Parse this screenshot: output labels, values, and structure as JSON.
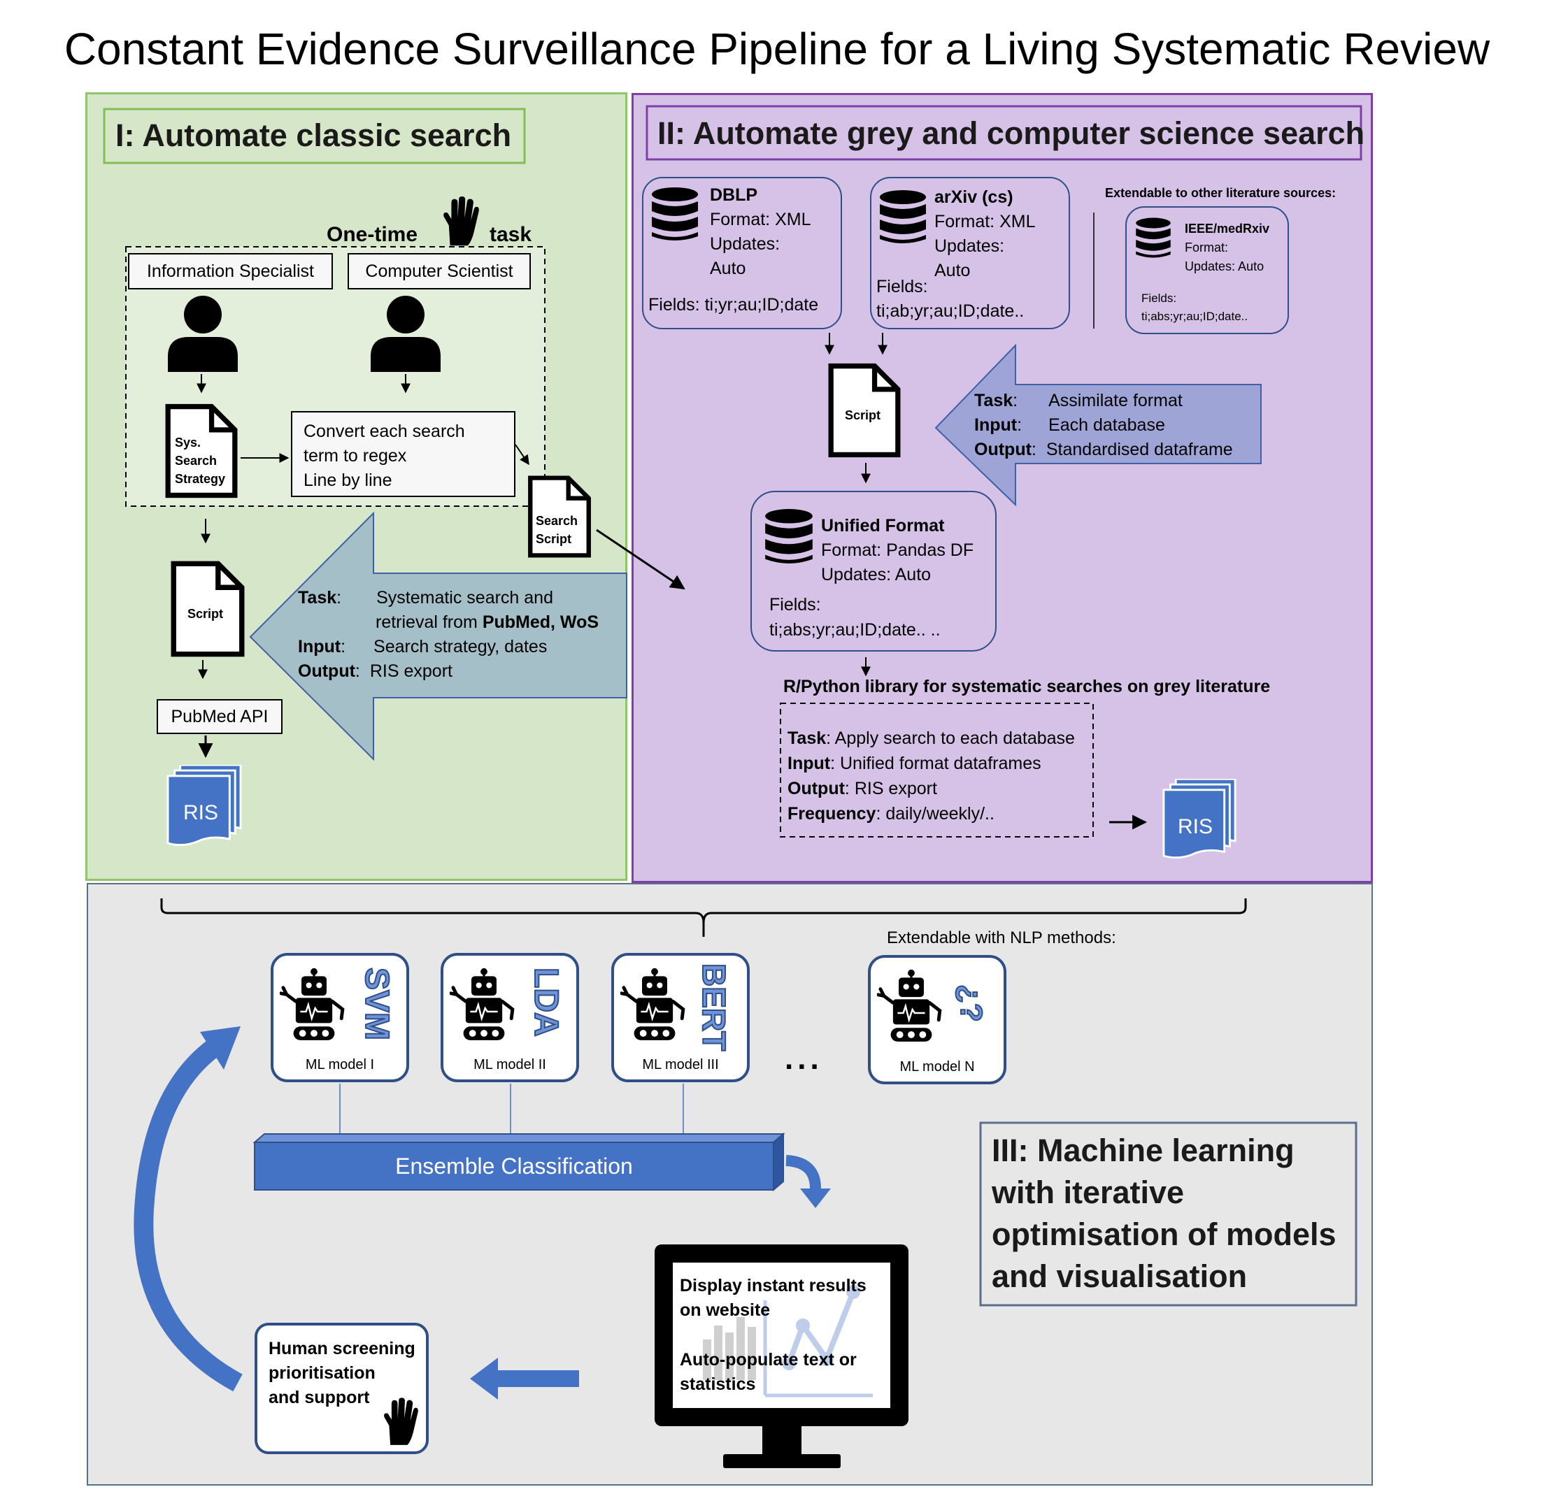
{
  "title": "Constant Evidence Surveillance Pipeline for a Living Systematic Review",
  "colors": {
    "panel1_fill": "#d6e6c8",
    "panel1_border": "#92c46a",
    "panel2_fill": "#d5c2e6",
    "panel2_border": "#7f3fa7",
    "panel3_fill": "#e7e7e7",
    "panel3_border": "#5b6e8a",
    "accent_blue": "#4472c4",
    "db_box_border": "#2f4f86",
    "arrow_teal": "#a4bfc7",
    "arrow_lavender": "#9ea5d6"
  },
  "panel1": {
    "title": "I: Automate classic search",
    "one_time": "One-time",
    "task": "task",
    "info_specialist": "Information Specialist",
    "comp_scientist": "Computer Scientist",
    "sys_doc_lines": [
      "Sys.",
      "Search",
      "Strategy"
    ],
    "convert_lines": [
      "Convert each search",
      "term to regex",
      "Line by line"
    ],
    "search_script_lines": [
      "Search",
      "Script"
    ],
    "script": "Script",
    "task_label": "Task",
    "task_value_1": "Systematic search and",
    "task_value_2_pre": "retrieval from ",
    "task_value_2_bold": "PubMed, WoS",
    "input_label": "Input",
    "input_value": "Search strategy, dates",
    "output_label": "Output",
    "output_value": "RIS export",
    "pubmed_api": "PubMed API",
    "ris": "RIS"
  },
  "panel2": {
    "title": "II: Automate grey and computer science search",
    "dblp": {
      "name": "DBLP",
      "format": "Format: XML",
      "updates": "Updates:",
      "updates_value": "Auto",
      "fields": "Fields: ti;yr;au;ID;date"
    },
    "arxiv": {
      "name": "arXiv (cs)",
      "format": "Format: XML",
      "updates": "Updates:",
      "updates_value": "Auto",
      "fields_label": "Fields:",
      "fields": "ti;ab;yr;au;ID;date.."
    },
    "extendable": "Extendable to other literature sources:",
    "ieee": {
      "name": "IEEE/medRxiv",
      "format": "Format:",
      "updates": "Updates: Auto",
      "fields_label": "Fields:",
      "fields": "ti;abs;yr;au;ID;date.."
    },
    "script": "Script",
    "task_label": "Task",
    "task_value": "Assimilate format",
    "input_label": "Input",
    "input_value": "Each database",
    "output_label": "Output",
    "output_value": "Standardised dataframe",
    "unified": {
      "name": "Unified Format",
      "format": "Format: Pandas DF",
      "updates": "Updates: Auto",
      "fields_label": "Fields:",
      "fields": "ti;abs;yr;au;ID;date.. .."
    },
    "library_title": "R/Python library for systematic searches on grey literature",
    "lib_task_label": "Task",
    "lib_task_value": ": Apply search to each database",
    "lib_input_label": "Input",
    "lib_input_value": ": Unified format dataframes",
    "lib_output_label": "Output",
    "lib_output_value": ": RIS export",
    "lib_freq_label": "Frequency",
    "lib_freq_value": ": daily/weekly/..",
    "ris": "RIS"
  },
  "panel3": {
    "extendable_nlp": "Extendable with NLP methods:",
    "models": [
      {
        "tag": "SVM",
        "label": "ML model I"
      },
      {
        "tag": "LDA",
        "label": "ML model II"
      },
      {
        "tag": "BERT",
        "label": "ML model III"
      },
      {
        "tag": "¿?",
        "label": "ML model N"
      }
    ],
    "ellipsis": "...",
    "ensemble": "Ensemble Classification",
    "monitor_line1": "Display instant results",
    "monitor_line2": "on website",
    "monitor_line3": "Auto-populate text or",
    "monitor_line4": "statistics",
    "human_lines": [
      "Human screening",
      "prioritisation",
      "and support"
    ],
    "title_lines": [
      "III: Machine learning",
      "with iterative",
      "optimisation of models",
      "and visualisation"
    ]
  }
}
